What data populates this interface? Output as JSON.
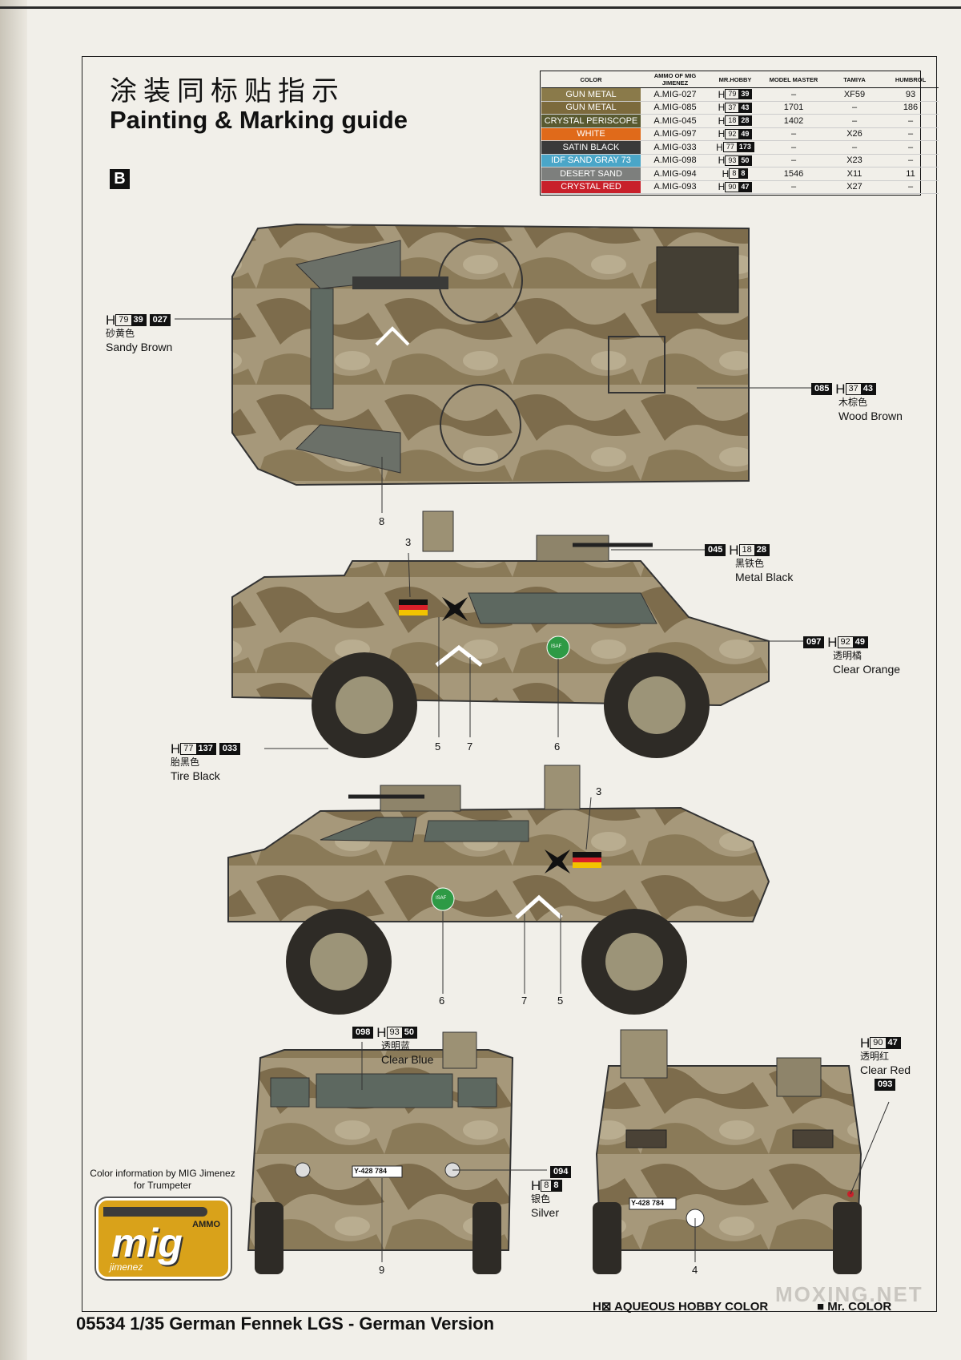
{
  "title_cn": "涂装同标贴指示",
  "title_en": "Painting & Marking guide",
  "section_badge": "B",
  "color_table": {
    "headers": [
      "COLOR",
      "AMMO OF MIG JIMENEZ",
      "MR.HOBBY",
      "MODEL MASTER",
      "TAMIYA",
      "HUMBROL"
    ],
    "rows": [
      {
        "color": "GUN METAL",
        "swatch": "#8a7a4a",
        "mig": "A.MIG-027",
        "h1": "79",
        "h2": "39",
        "mm": "–",
        "tam": "XF59",
        "hum": "93"
      },
      {
        "color": "GUN METAL",
        "swatch": "#7c6a3c",
        "mig": "A.MIG-085",
        "h1": "37",
        "h2": "43",
        "mm": "1701",
        "tam": "–",
        "hum": "186"
      },
      {
        "color": "CRYSTAL PERISCOPE",
        "swatch": "#595a30",
        "mig": "A.MIG-045",
        "h1": "18",
        "h2": "28",
        "mm": "1402",
        "tam": "–",
        "hum": "–"
      },
      {
        "color": "WHITE",
        "swatch": "#e06a1a",
        "mig": "A.MIG-097",
        "h1": "92",
        "h2": "49",
        "mm": "–",
        "tam": "X26",
        "hum": "–"
      },
      {
        "color": "SATIN BLACK",
        "swatch": "#3a3a3a",
        "mig": "A.MIG-033",
        "h1": "77",
        "h2": "173",
        "mm": "–",
        "tam": "–",
        "hum": "–"
      },
      {
        "color": "IDF SAND GRAY 73",
        "swatch": "#4aa6c8",
        "mig": "A.MIG-098",
        "h1": "93",
        "h2": "50",
        "mm": "–",
        "tam": "X23",
        "hum": "–"
      },
      {
        "color": "DESERT SAND",
        "swatch": "#7d7f7d",
        "mig": "A.MIG-094",
        "h1": "8",
        "h2": "8",
        "mm": "1546",
        "tam": "X11",
        "hum": "11"
      },
      {
        "color": "CRYSTAL RED",
        "swatch": "#c8202a",
        "mig": "A.MIG-093",
        "h1": "90",
        "h2": "47",
        "mm": "–",
        "tam": "X27",
        "hum": "–"
      }
    ]
  },
  "callouts": {
    "sandy_brown": {
      "h_prefix": "H",
      "h1": "79",
      "h2": "39",
      "code": "027",
      "cn": "砂黄色",
      "en": "Sandy Brown"
    },
    "wood_brown": {
      "h_prefix": "H",
      "h1": "37",
      "h2": "43",
      "code": "085",
      "cn": "木棕色",
      "en": "Wood Brown"
    },
    "metal_black": {
      "h_prefix": "H",
      "h1": "18",
      "h2": "28",
      "code": "045",
      "cn": "黑铁色",
      "en": "Metal  Black"
    },
    "clear_orange": {
      "h_prefix": "H",
      "h1": "92",
      "h2": "49",
      "code": "097",
      "cn": "透明橘",
      "en": "Clear Orange"
    },
    "tire_black": {
      "h_prefix": "H",
      "h1": "77",
      "h2": "137",
      "code": "033",
      "cn": "胎黑色",
      "en": "Tire Black"
    },
    "clear_blue": {
      "h_prefix": "H",
      "h1": "93",
      "h2": "50",
      "code": "098",
      "cn": "透明蓝",
      "en": "Clear Blue"
    },
    "clear_red": {
      "h_prefix": "H",
      "h1": "90",
      "h2": "47",
      "code": "093",
      "cn": "透明红",
      "en": "Clear Red"
    },
    "silver": {
      "h_prefix": "H",
      "h1": "8",
      "h2": "8",
      "code": "094",
      "cn": "银色",
      "en": "Silver"
    }
  },
  "decal_numbers": {
    "top_8": "8",
    "side1_3": "3",
    "side1_5": "5",
    "side1_7": "7",
    "side1_6": "6",
    "side2_3": "3",
    "side2_6": "6",
    "side2_7": "7",
    "side2_5": "5",
    "front_9": "9",
    "rear_4": "4"
  },
  "plates": {
    "front": "Y-428 784",
    "rear": "Y-428 784"
  },
  "isaf": "ISAF",
  "mig_credit": "Color information by MIG Jimenez\nfor Trumpeter",
  "mig_logo": {
    "ammo": "AMMO",
    "mig": "mig",
    "jimenez": "jimenez"
  },
  "legend": {
    "aqueous": "H⊠ AQUEOUS HOBBY COLOR",
    "mrcolor": "■ Mr. COLOR"
  },
  "footer": "05534 1/35  German Fennek LGS -  German Version",
  "watermark": "MOXING.NET",
  "colors": {
    "sand": "#a89a72",
    "brown": "#7a6a48",
    "dark": "#5b5238",
    "tire": "#2e2b26"
  }
}
